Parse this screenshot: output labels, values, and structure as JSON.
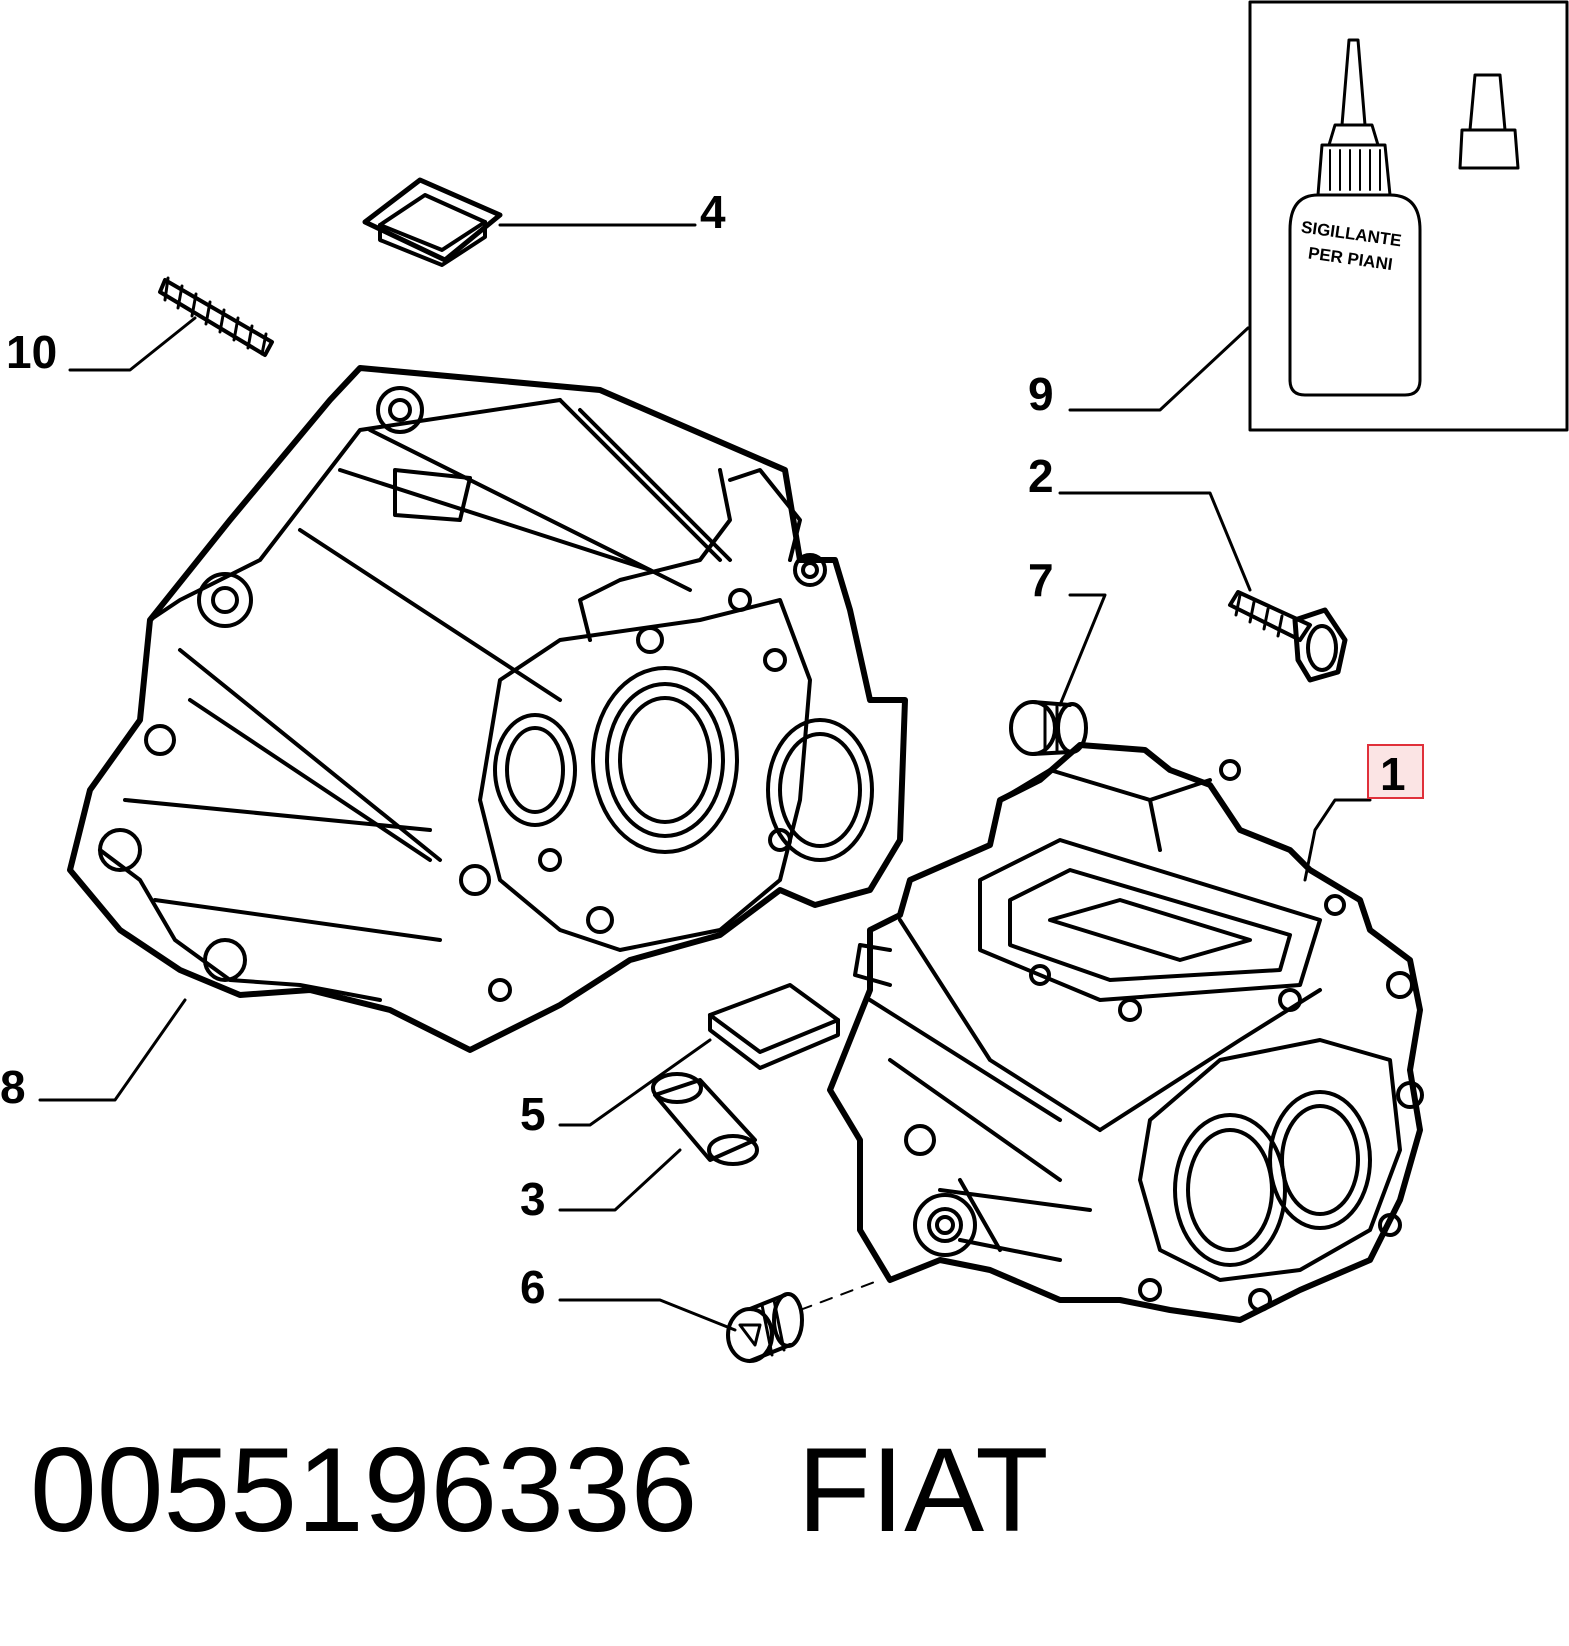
{
  "labels": {
    "l1": "1",
    "l2": "2",
    "l3": "3",
    "l4": "4",
    "l5": "5",
    "l6": "6",
    "l7": "7",
    "l8": "8",
    "l9": "9",
    "l10": "10"
  },
  "inset": {
    "bottle_text_line1": "SIGILLANTE",
    "bottle_text_line2": "PER PIANI"
  },
  "caption": {
    "part_number": "0055196336",
    "brand": "FIAT"
  },
  "colors": {
    "line": "#000000",
    "highlight_border": "#e0303a",
    "highlight_fill": "#fbe4e4"
  }
}
